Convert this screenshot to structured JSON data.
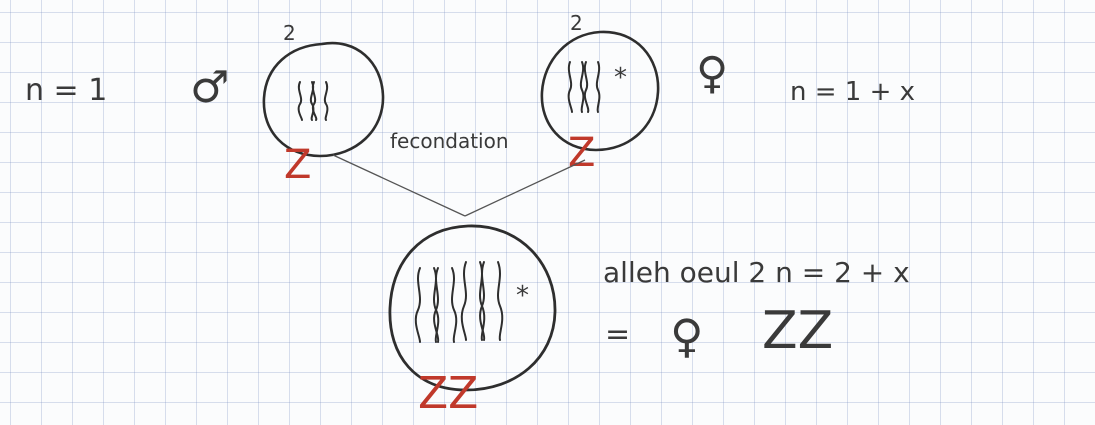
{
  "colors": {
    "ink": "#2e2e2e",
    "red_ink": "#c0392b",
    "grid": "#c9d2e6"
  },
  "male": {
    "formula": "n = 1",
    "symbol": "♂",
    "count_label": "2",
    "sex_chromosome": "Z"
  },
  "female": {
    "formula": "n = 1 + x",
    "symbol": "♀",
    "count_label": "2",
    "marker": "*",
    "sex_chromosome": "Z"
  },
  "process_label": "fecondation",
  "offspring": {
    "marker": "*",
    "sex_chromosomes": "ZZ"
  },
  "result": {
    "line1": "alleh oeul 2 n = 2 + x",
    "equals": "=",
    "symbol": "♀",
    "genotype": "ZZ"
  }
}
